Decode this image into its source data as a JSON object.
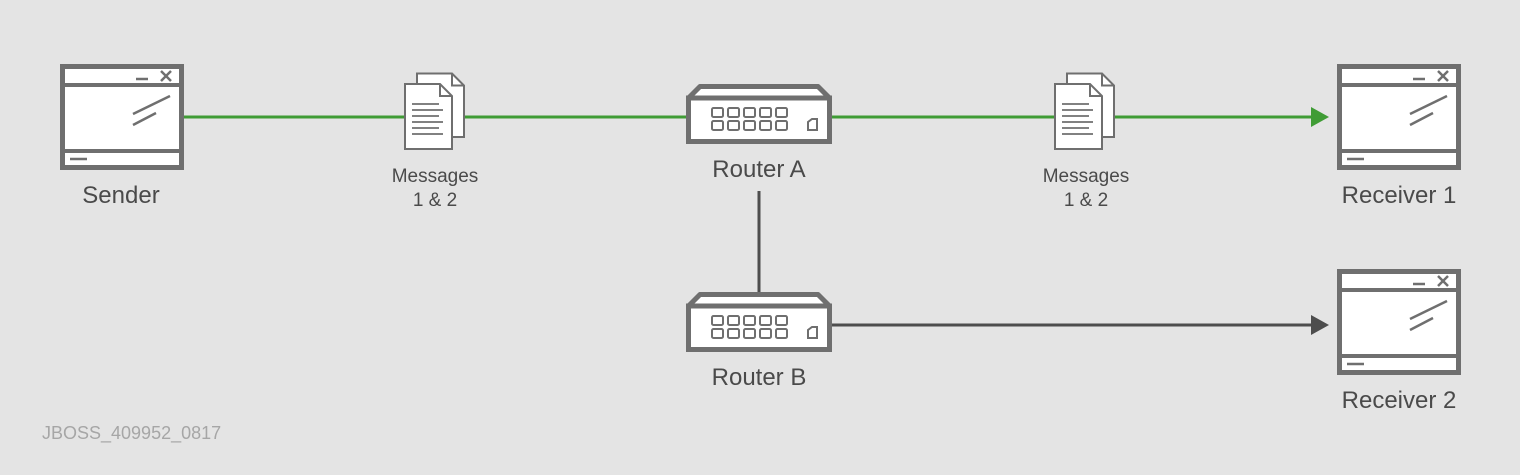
{
  "nodes": {
    "sender": {
      "label": "Sender"
    },
    "router_a": {
      "label": "Router A"
    },
    "router_b": {
      "label": "Router B"
    },
    "receiver_1": {
      "label": "Receiver 1"
    },
    "receiver_2": {
      "label": "Receiver 2"
    }
  },
  "messages": {
    "left": {
      "line1": "Messages",
      "line2": "1 & 2"
    },
    "right": {
      "line1": "Messages",
      "line2": "1 & 2"
    }
  },
  "footer": {
    "figure_id": "JBOSS_409952_0817"
  },
  "colors": {
    "background": "#e4e4e4",
    "icon_stroke": "#6f6f6f",
    "active_link": "#3f9c35",
    "inactive_link": "#4d4d4d",
    "label_text": "#4a4a4a",
    "footer_text": "#a6a6a6"
  },
  "icons": {
    "sender": "app-window-icon",
    "receivers": "app-window-icon",
    "routers": "network-switch-icon",
    "messages": "documents-icon"
  }
}
